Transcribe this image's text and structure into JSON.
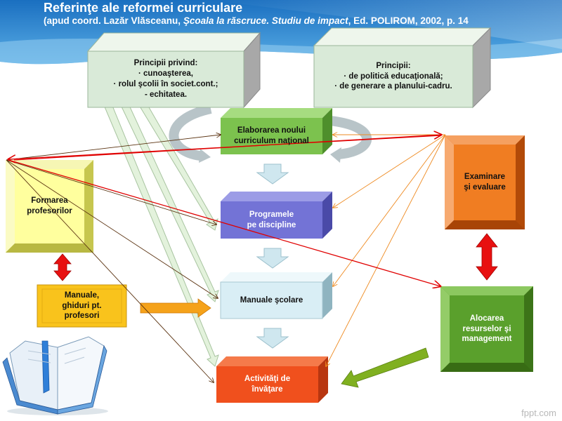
{
  "header": {
    "title": "Referinţe ale reformei curriculare",
    "subtitle_prefix": "(apud  coord. Lazăr Vlăsceanu, ",
    "subtitle_italic": "Şcoala la răscruce. Studiu de impact",
    "subtitle_suffix": ", Ed. POLIROM, 2002, p. 14"
  },
  "boxes": {
    "principii_1": "Principii privind:\n· cunoaşterea,\n· rolul şcolii în societ.cont.;\n- echitatea.",
    "principii_2": "Principii:\n· de politică educaţională;\n· de generare a planului-cadru.",
    "elaborarea": "Elaborarea noului\ncurriculum naţional",
    "programele": "Programele\npe discipline",
    "manuale_scolare": "Manuale şcolare",
    "activitati": "Activităţi de\nînvăţare",
    "formarea": "Formarea\nprofesorilor",
    "manuale_ghiduri": "Manuale,\nghiduri pt.\nprofesori",
    "examinare": "Examinare\nşi evaluare",
    "alocarea": "Alocarea\nresurselor şi\nmanagement"
  },
  "watermark": "fppt.com",
  "colors": {
    "header_blue": "#1f74c2",
    "principii": "#d9ead8",
    "elaborarea": "#7cc24e",
    "programele": "#7373d6",
    "manuale_scolare": "#d9eef5",
    "activitati": "#f0501d",
    "formarea": "#ffff9e",
    "manuale_ghiduri": "#f9c31c",
    "examinare": "#f07d22",
    "alocarea": "#5aa02c",
    "red_line": "#e00000"
  }
}
